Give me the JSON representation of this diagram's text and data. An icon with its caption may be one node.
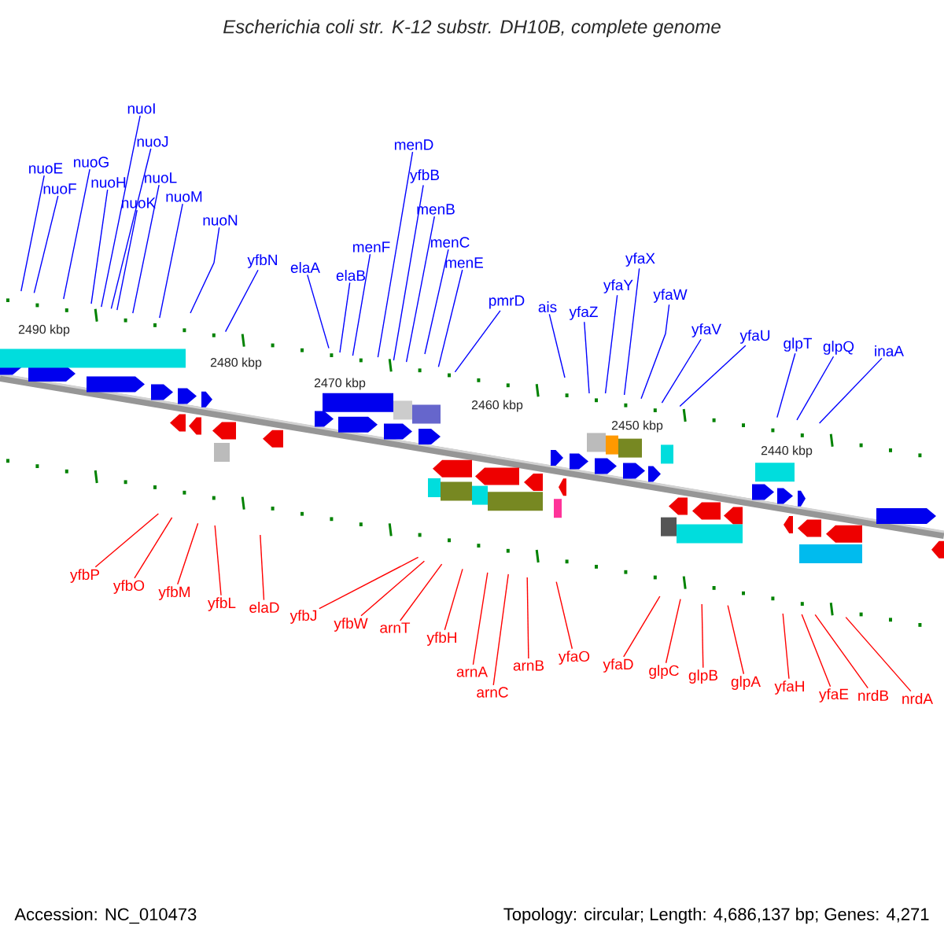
{
  "diagram": {
    "title": "Escherichia coli str. K-12 substr. DH10B, complete genome",
    "nodes": [
      {
        "text": [
          "nuoE"
        ]
      },
      {
        "text": [
          "nuoF"
        ]
      },
      {
        "text": [
          "nuoG"
        ]
      },
      {
        "text": [
          "nuoH"
        ]
      },
      {
        "text": [
          "nuoI"
        ]
      },
      {
        "text": [
          "nuoJ"
        ]
      },
      {
        "text": [
          "nuoK"
        ]
      },
      {
        "text": [
          "nuoL"
        ]
      },
      {
        "text": [
          "nuoM"
        ]
      },
      {
        "text": [
          "nuoN"
        ]
      },
      {
        "text": [
          "yfbN"
        ]
      },
      {
        "text": [
          "elaA"
        ]
      },
      {
        "text": [
          "elaB"
        ]
      },
      {
        "text": [
          "menF"
        ]
      },
      {
        "text": [
          "menD"
        ]
      },
      {
        "text": [
          "yfbB"
        ]
      },
      {
        "text": [
          "menB"
        ]
      },
      {
        "text": [
          "menC"
        ]
      },
      {
        "text": [
          "menE"
        ]
      },
      {
        "text": [
          "pmrD"
        ]
      },
      {
        "text": [
          "ais"
        ]
      },
      {
        "text": [
          "yfaZ"
        ]
      },
      {
        "text": [
          "yfaY"
        ]
      },
      {
        "text": [
          "yfaX"
        ]
      },
      {
        "text": [
          "yfaW"
        ]
      },
      {
        "text": [
          "yfaV"
        ]
      },
      {
        "text": [
          "yfaU"
        ]
      },
      {
        "text": [
          "glpT"
        ]
      },
      {
        "text": [
          "glpQ"
        ]
      },
      {
        "text": [
          "inaA"
        ]
      },
      {
        "text": [
          "yfbP"
        ]
      },
      {
        "text": [
          "yfbO"
        ]
      },
      {
        "text": [
          "yfbM"
        ]
      },
      {
        "text": [
          "yfbL"
        ]
      },
      {
        "text": [
          "elaD"
        ]
      },
      {
        "text": [
          "yfbJ"
        ]
      },
      {
        "text": [
          "yfbW"
        ]
      },
      {
        "text": [
          "arnT"
        ]
      },
      {
        "text": [
          "yfbH"
        ]
      },
      {
        "text": [
          "arnA"
        ]
      },
      {
        "text": [
          "arnC"
        ]
      },
      {
        "text": [
          "arnB"
        ]
      },
      {
        "text": [
          "yfaO"
        ]
      },
      {
        "text": [
          "yfaD"
        ]
      },
      {
        "text": [
          "glpC"
        ]
      },
      {
        "text": [
          "glpB"
        ]
      },
      {
        "text": [
          "glpA"
        ]
      },
      {
        "text": [
          "yfaH"
        ]
      },
      {
        "text": [
          "yfaE"
        ]
      },
      {
        "text": [
          "nrdB"
        ]
      },
      {
        "text": [
          "nrdA"
        ]
      }
    ],
    "edges": [
      {
        "from": 0,
        "to": null,
        "arrow": "none"
      },
      {
        "from": 1,
        "to": null,
        "arrow": "none"
      },
      {
        "from": 2,
        "to": null,
        "arrow": "none"
      },
      {
        "from": 3,
        "to": null,
        "arrow": "none"
      },
      {
        "from": 4,
        "to": null,
        "arrow": "none"
      },
      {
        "from": 5,
        "to": null,
        "arrow": "none"
      },
      {
        "from": 6,
        "to": null,
        "arrow": "none"
      },
      {
        "from": 7,
        "to": null,
        "arrow": "none"
      },
      {
        "from": 8,
        "to": null,
        "arrow": "none"
      },
      {
        "from": 9,
        "to": null,
        "arrow": "none"
      },
      {
        "from": 10,
        "to": null,
        "arrow": "none"
      },
      {
        "from": 11,
        "to": null,
        "arrow": "none"
      },
      {
        "from": 12,
        "to": null,
        "arrow": "none"
      },
      {
        "from": 13,
        "to": null,
        "arrow": "none"
      },
      {
        "from": 14,
        "to": null,
        "arrow": "none"
      },
      {
        "from": 15,
        "to": null,
        "arrow": "none"
      },
      {
        "from": 16,
        "to": null,
        "arrow": "none"
      },
      {
        "from": 17,
        "to": null,
        "arrow": "none"
      },
      {
        "from": 18,
        "to": null,
        "arrow": "none"
      },
      {
        "from": 19,
        "to": null,
        "arrow": "none"
      },
      {
        "from": 20,
        "to": null,
        "arrow": "none"
      },
      {
        "from": 21,
        "to": null,
        "arrow": "none"
      },
      {
        "from": 22,
        "to": null,
        "arrow": "none"
      },
      {
        "from": 23,
        "to": null,
        "arrow": "none"
      },
      {
        "from": 24,
        "to": null,
        "arrow": "none"
      },
      {
        "from": 25,
        "to": null,
        "arrow": "none"
      },
      {
        "from": 26,
        "to": null,
        "arrow": "none"
      },
      {
        "from": 27,
        "to": null,
        "arrow": "none"
      },
      {
        "from": 28,
        "to": null,
        "arrow": "none"
      },
      {
        "from": 29,
        "to": null,
        "arrow": "none"
      },
      {
        "from": 30,
        "to": null,
        "arrow": "none",
        "color": "#ff0000"
      },
      {
        "from": 31,
        "to": null,
        "arrow": "none",
        "color": "#ff0000"
      },
      {
        "from": 32,
        "to": null,
        "arrow": "none",
        "color": "#ff0000"
      },
      {
        "from": 33,
        "to": null,
        "arrow": "none",
        "color": "#ff0000"
      },
      {
        "from": 34,
        "to": null,
        "arrow": "none",
        "color": "#ff0000"
      },
      {
        "from": 35,
        "to": null,
        "arrow": "none",
        "color": "#ff0000"
      },
      {
        "from": 36,
        "to": null,
        "arrow": "none",
        "color": "#ff0000"
      },
      {
        "from": 37,
        "to": null,
        "arrow": "none",
        "color": "#ff0000"
      },
      {
        "from": 38,
        "to": null,
        "arrow": "none",
        "color": "#ff0000"
      },
      {
        "from": 39,
        "to": null,
        "arrow": "none",
        "color": "#ff0000"
      },
      {
        "from": 40,
        "to": null,
        "arrow": "none",
        "color": "#ff0000"
      },
      {
        "from": 41,
        "to": null,
        "arrow": "none",
        "color": "#ff0000"
      },
      {
        "from": 42,
        "to": null,
        "arrow": "none",
        "color": "#ff0000"
      },
      {
        "from": 43,
        "to": null,
        "arrow": "none",
        "color": "#ff0000"
      },
      {
        "from": 44,
        "to": null,
        "arrow": "none",
        "color": "#ff0000"
      },
      {
        "from": 45,
        "to": null,
        "arrow": "none",
        "color": "#ff0000"
      },
      {
        "from": 46,
        "to": null,
        "arrow": "none",
        "color": "#ff0000"
      },
      {
        "from": 47,
        "to": null,
        "arrow": "none",
        "color": "#ff0000"
      },
      {
        "from": 48,
        "to": null,
        "arrow": "none",
        "color": "#ff0000"
      },
      {
        "from": 49,
        "to": null,
        "arrow": "none",
        "color": "#ff0000"
      },
      {
        "from": 50,
        "to": null,
        "arrow": "none",
        "color": "#ff0000"
      }
    ],
    "labels": [
      "2490 kbp",
      "2480 kbp",
      "2470 kbp",
      "2460 kbp",
      "2450 kbp",
      "2440 kbp",
      "Accession: NC_010473",
      "Topology: circular; Length: 4,686,137 bp; Genes: 4,271"
    ]
  }
}
